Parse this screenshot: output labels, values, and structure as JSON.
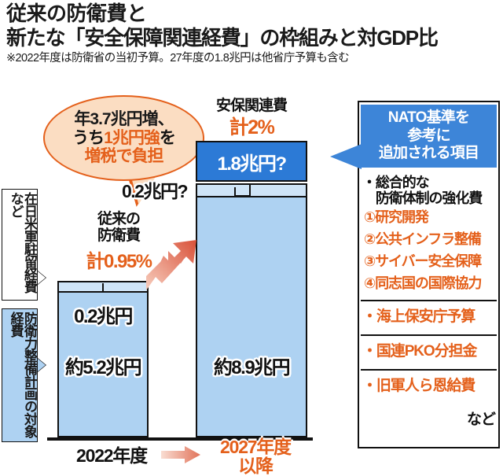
{
  "header": {
    "line1": "従来の防衛費と",
    "line2": "新たな「安全保障関連経費」の枠組みと対GDP比",
    "note": "※2022年度は防衛省の当初予算。27年度の1.8兆円は他省庁予算も含む"
  },
  "bubble": {
    "line1": "年3.7兆円増、",
    "line2_pre": "うち",
    "line2_hl": "1兆円強",
    "line2_post": "を",
    "line3": "増税で負担"
  },
  "left_boxes": {
    "us_forces": "在日米軍駐留経費など",
    "defense_plan": "防衛力整備計画の対象経費"
  },
  "labels": {
    "old_defense": "従来の\n防衛費",
    "old_defense_l1": "従来の",
    "old_defense_l2": "防衛費",
    "old_defense_pct": "計0.95%",
    "new_security": "安保関連費",
    "new_security_pct": "計2%"
  },
  "axis": {
    "left_year": "2022年度",
    "right_year_l1": "2027年度",
    "right_year_l2": "以降"
  },
  "right_panel": {
    "head_l1": "NATO基準を",
    "head_l2": "参考に",
    "head_l3": "追加される項目",
    "heading_l1": "・総合的な",
    "heading_l2": "　防衛体制の強化費",
    "numbered": [
      {
        "num": "①",
        "label": "研究開発"
      },
      {
        "num": "②",
        "label": "公共インフラ整備"
      },
      {
        "num": "③",
        "label": "サイバー安全保障"
      },
      {
        "num": "④",
        "label": "同志国の国際協力"
      }
    ],
    "bullets": [
      "・海上保安庁予算",
      "・国連PKO分担金",
      "・旧軍人ら恩給費"
    ],
    "footer": "など"
  },
  "colors": {
    "accent_orange": "#e4601b",
    "bar_blue": "#aed2f2",
    "bar_blue_light": "#cfe4f7",
    "dark_blue": "#2c7ad6",
    "panel_blue": "#3d85d8",
    "bubble_fill": "#fbddc2"
  },
  "chart_data": {
    "type": "bar",
    "title": "従来の防衛費と新たな「安全保障関連経費」の枠組みと対GDP比",
    "categories": [
      "2022年度",
      "2027年度以降"
    ],
    "xlabel": "",
    "ylabel": "兆円",
    "ylim": [
      0,
      11
    ],
    "grid": false,
    "legend": "none",
    "series": [
      {
        "name": "防衛力整備計画の対象経費",
        "values": [
          5.2,
          8.9
        ],
        "labels": [
          "約5.2兆円",
          "約8.9兆円"
        ],
        "color": "#aed2f2"
      },
      {
        "name": "在日米軍駐留経費など",
        "values": [
          0.2,
          0.2
        ],
        "labels": [
          "0.2兆円",
          "0.2兆円?"
        ],
        "color": "#cfe4f7"
      },
      {
        "name": "NATO基準で追加される項目",
        "values": [
          0,
          1.8
        ],
        "labels": [
          "",
          "1.8兆円?"
        ],
        "color": "#2c7ad6"
      }
    ],
    "totals_gdp_ratio": [
      "計0.95%",
      "計2%"
    ],
    "annotations": [
      "年3.7兆円増、うち1兆円強を増税で負担",
      "従来の防衛費 計0.95%",
      "安保関連費 計2%"
    ]
  }
}
